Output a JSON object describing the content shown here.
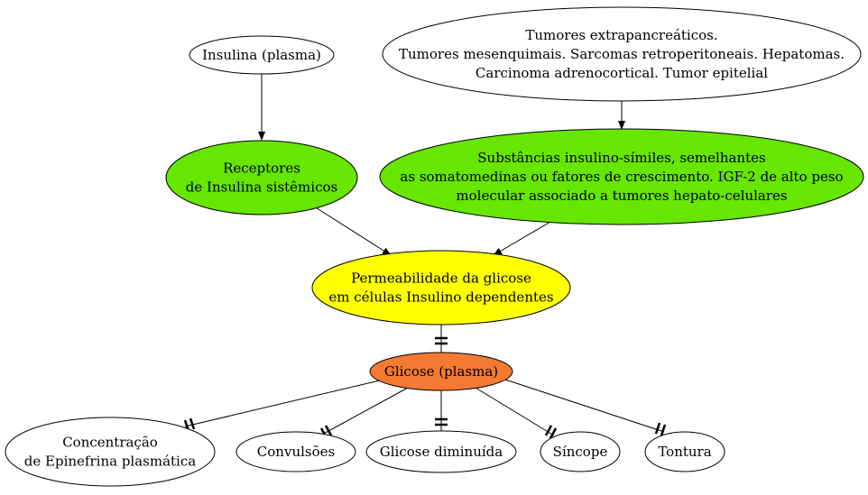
{
  "colors": {
    "white": "#ffffff",
    "green": "#66e600",
    "yellow": "#ffff00",
    "orange": "#f47a33",
    "stroke": "#000000"
  },
  "nodes": {
    "insulina": {
      "lines": [
        "Insulina (plasma)"
      ]
    },
    "tumores": {
      "lines": [
        "Tumores extrapancreáticos.",
        "Tumores mesenquimais. Sarcomas retroperitoneais. Hepatomas.",
        "Carcinoma adrenocortical. Tumor epitelial"
      ]
    },
    "receptores": {
      "lines": [
        "Receptores",
        "de Insulina sistêmicos"
      ]
    },
    "substancias": {
      "lines": [
        "Substâncias insulino-símiles, semelhantes",
        "as somatomedinas ou fatores de crescimento. IGF-2 de alto peso",
        "molecular associado a tumores hepato-celulares"
      ]
    },
    "permeabilidade": {
      "lines": [
        "Permeabilidade da glicose",
        "em células Insulino dependentes"
      ]
    },
    "glicose": {
      "lines": [
        "Glicose (plasma)"
      ]
    },
    "epinefrina": {
      "lines": [
        "Concentração",
        "de Epinefrina plasmática"
      ]
    },
    "convulsoes": {
      "lines": [
        "Convulsões"
      ]
    },
    "glicose_diminuida": {
      "lines": [
        "Glicose diminuída"
      ]
    },
    "sincope": {
      "lines": [
        "Síncope"
      ]
    },
    "tontura": {
      "lines": [
        "Tontura"
      ]
    }
  }
}
